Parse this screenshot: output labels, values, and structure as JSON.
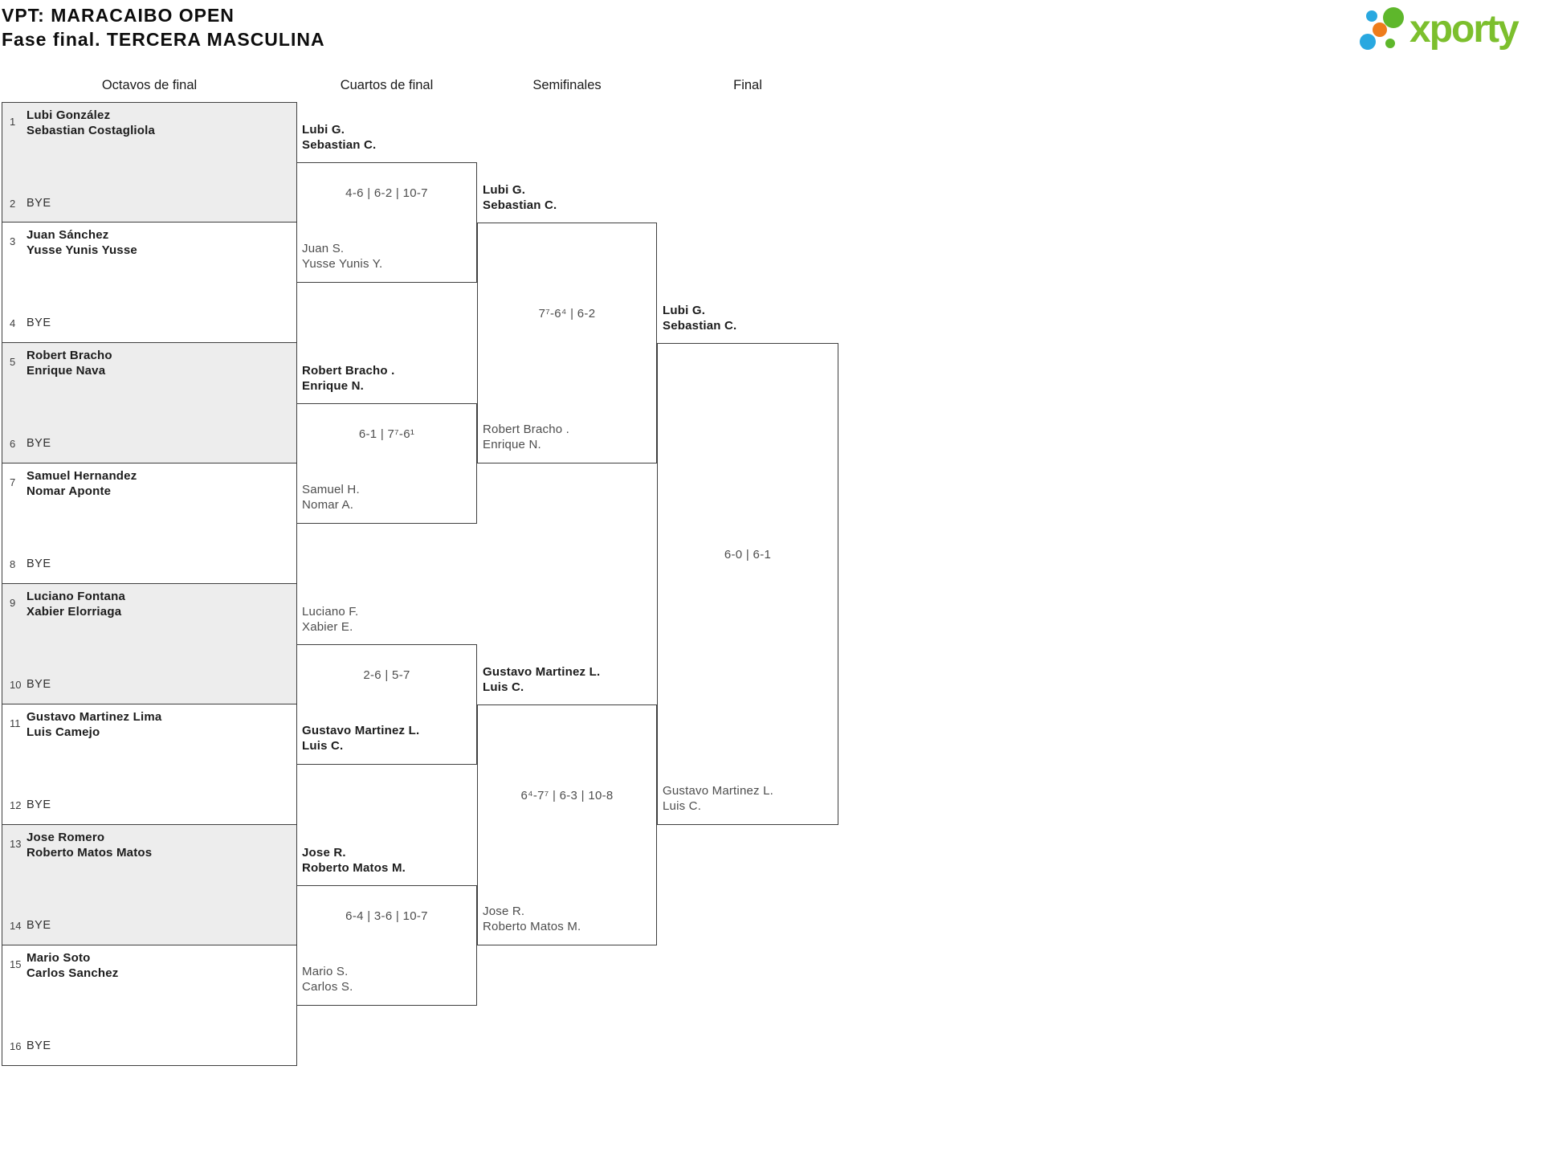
{
  "header": {
    "title_line1": "VPT: MARACAIBO OPEN",
    "title_line2": "Fase final. TERCERA MASCULINA",
    "logo_text": "xporty"
  },
  "round_labels": {
    "r16": "Octavos de final",
    "qf": "Cuartos de final",
    "sf": "Semifinales",
    "final": "Final"
  },
  "colors": {
    "border": "#3f3f3f",
    "shaded_pair_bg": "#ededed",
    "winner_text": "#1c1c1c",
    "loser_text": "#4d4d4d",
    "logo_green": "#7cbf2d",
    "logo_blue": "#29a8e0",
    "logo_orange": "#ee7c1b"
  },
  "r16_pairs": [
    {
      "seed_top": "1",
      "team_line1": "Lubi González",
      "team_line2": "Sebastian Costagliola",
      "seed_bottom": "2",
      "bye_label": "BYE",
      "shaded": true
    },
    {
      "seed_top": "3",
      "team_line1": "Juan Sánchez",
      "team_line2": "Yusse Yunis Yusse",
      "seed_bottom": "4",
      "bye_label": "BYE",
      "shaded": false
    },
    {
      "seed_top": "5",
      "team_line1": "Robert Bracho",
      "team_line2": "Enrique Nava",
      "seed_bottom": "6",
      "bye_label": "BYE",
      "shaded": true
    },
    {
      "seed_top": "7",
      "team_line1": "Samuel Hernandez",
      "team_line2": "Nomar Aponte",
      "seed_bottom": "8",
      "bye_label": "BYE",
      "shaded": false
    },
    {
      "seed_top": "9",
      "team_line1": "Luciano Fontana",
      "team_line2": "Xabier Elorriaga",
      "seed_bottom": "10",
      "bye_label": "BYE",
      "shaded": true
    },
    {
      "seed_top": "11",
      "team_line1": "Gustavo Martinez Lima",
      "team_line2": "Luis Camejo",
      "seed_bottom": "12",
      "bye_label": "BYE",
      "shaded": false
    },
    {
      "seed_top": "13",
      "team_line1": "Jose Romero",
      "team_line2": "Roberto Matos Matos",
      "seed_bottom": "14",
      "bye_label": "BYE",
      "shaded": true
    },
    {
      "seed_top": "15",
      "team_line1": "Mario Soto",
      "team_line2": "Carlos Sanchez",
      "seed_bottom": "16",
      "bye_label": "BYE",
      "shaded": false
    }
  ],
  "quarterfinals": [
    {
      "top_line1": "Lubi G.",
      "top_line2": "Sebastian C.",
      "top_winner": true,
      "score": "4-6 | 6-2 | 10-7",
      "bottom_line1": "Juan S.",
      "bottom_line2": "Yusse Yunis Y.",
      "bottom_winner": false
    },
    {
      "top_line1": "Robert Bracho .",
      "top_line2": "Enrique N.",
      "top_winner": true,
      "score": "6-1 | 7⁷-6¹",
      "bottom_line1": "Samuel H.",
      "bottom_line2": "Nomar A.",
      "bottom_winner": false
    },
    {
      "top_line1": "Luciano F.",
      "top_line2": "Xabier E.",
      "top_winner": false,
      "score": "2-6 | 5-7",
      "bottom_line1": "Gustavo Martinez L.",
      "bottom_line2": "Luis C.",
      "bottom_winner": true
    },
    {
      "top_line1": "Jose R.",
      "top_line2": "Roberto Matos M.",
      "top_winner": true,
      "score": "6-4 | 3-6 | 10-7",
      "bottom_line1": "Mario S.",
      "bottom_line2": "Carlos S.",
      "bottom_winner": false
    }
  ],
  "semifinals": [
    {
      "top_line1": "Lubi G.",
      "top_line2": "Sebastian C.",
      "top_winner": true,
      "score": "7⁷-6⁴ | 6-2",
      "bottom_line1": "Robert Bracho .",
      "bottom_line2": "Enrique N.",
      "bottom_winner": false
    },
    {
      "top_line1": "Gustavo Martinez L.",
      "top_line2": "Luis C.",
      "top_winner": true,
      "score": "6⁴-7⁷ | 6-3 | 10-8",
      "bottom_line1": "Jose R.",
      "bottom_line2": "Roberto Matos M.",
      "bottom_winner": false
    }
  ],
  "final": {
    "top_line1": "Lubi G.",
    "top_line2": "Sebastian C.",
    "top_winner": true,
    "score": "6-0 | 6-1",
    "bottom_line1": "Gustavo Martinez L.",
    "bottom_line2": "Luis C.",
    "bottom_winner": false
  }
}
